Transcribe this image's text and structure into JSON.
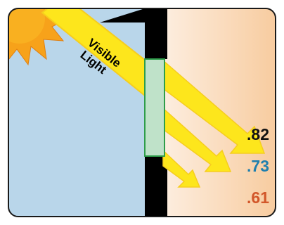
{
  "diagram": {
    "label": {
      "line1": "Visible",
      "line2": "Light"
    },
    "values": [
      {
        "text": ".82",
        "color": "#111111"
      },
      {
        "text": ".73",
        "color": "#1f7fae"
      },
      {
        "text": ".61",
        "color": "#d2572a"
      }
    ],
    "colors": {
      "outside": "#b9d6ea",
      "inside_start": "#fdf1e6",
      "inside_end": "#f7c796",
      "beam": "#fde61c",
      "beam_edge": "#f6cd1e",
      "glass": "#bfe2c9",
      "glass_edge": "#2e9d4a",
      "frame": "#000000",
      "sun": "#f7a21a",
      "outline": "#1a1a1a"
    }
  }
}
